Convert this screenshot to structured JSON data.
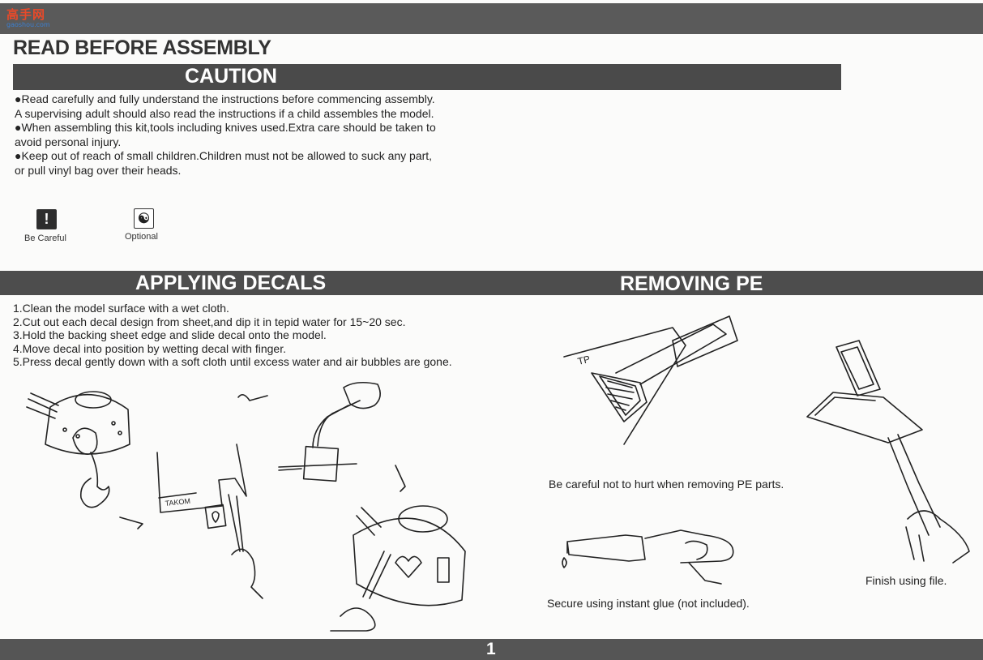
{
  "header": {
    "logo_text": "高手网",
    "logo_sub": "gaoshou.com",
    "read_title": "READ BEFORE ASSEMBLY",
    "caution_title": "CAUTION"
  },
  "caution": {
    "lines": [
      "●Read carefully and fully understand the instructions before commencing assembly.",
      "A supervising adult should also read the instructions if a child assembles the model.",
      "●When assembling this kit,tools including knives used.Extra care should be taken to",
      "avoid personal injury.",
      "●Keep out of reach of small children.Children must not be allowed to suck any part,",
      "or pull vinyl bag over their heads."
    ]
  },
  "icons": {
    "be_careful": {
      "icon": "exclamation-icon",
      "glyph": "!",
      "label": "Be Careful"
    },
    "optional": {
      "icon": "optional-icon",
      "glyph": "☯",
      "label": "Optional"
    }
  },
  "decals": {
    "title": "APPLYING DECALS",
    "steps": [
      "1.Clean the model surface with a wet cloth.",
      "2.Cut out each decal design from sheet,and dip it in tepid water for 15~20 sec.",
      "3.Hold the backing sheet edge and slide decal onto the model.",
      "4.Move decal into position by wetting decal with finger.",
      "5.Press decal gently down with a soft cloth until excess water and air bubbles are gone."
    ],
    "sheet_label": "TAKOM"
  },
  "pe": {
    "title": "REMOVING PE",
    "fret_label": "TP",
    "caption_careful": "Be careful not to hurt when removing PE parts.",
    "caption_glue": "Secure using instant glue (not included).",
    "caption_file": "Finish using file."
  },
  "footer": {
    "page_number": "1"
  }
}
